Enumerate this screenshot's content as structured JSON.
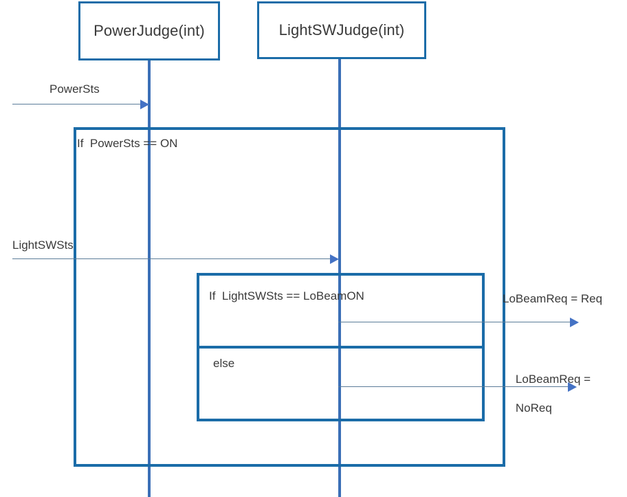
{
  "diagram": {
    "type": "uml-sequence-diagram",
    "colors": {
      "participant_border": "#1B6CA8",
      "fragment_border": "#1B6CA8",
      "lifeline": "#3B6FB6",
      "message_line": "#5B7C99",
      "message_arrowhead": "#4472C4",
      "text": "#3A3A3A",
      "background": "#FFFFFF"
    },
    "participants": [
      {
        "id": "powerjudge",
        "label": "PowerJudge(int)"
      },
      {
        "id": "lightswjudge",
        "label": "LightSWJudge(int)"
      }
    ],
    "fragments": [
      {
        "id": "outer-if-powersts",
        "label": "If  PowerSts == ON",
        "operator": "alt"
      },
      {
        "id": "inner-if-lightswsts",
        "label": "If  LightSWSts == LoBeamON",
        "operator": "alt",
        "else_label": "else"
      }
    ],
    "messages": [
      {
        "id": "powersts",
        "label": "PowerSts",
        "from": "external",
        "to": "powerjudge"
      },
      {
        "id": "lightswsts",
        "label": "LightSWSts",
        "from": "external",
        "to": "lightswjudge"
      },
      {
        "id": "lobeamreq-req",
        "label": "LoBeamReq = Req",
        "from": "lightswjudge",
        "to": "external"
      },
      {
        "id": "lobeamreq-noreq",
        "label_line1": "LoBeamReq =",
        "label_line2": "NoReq",
        "from": "lightswjudge",
        "to": "external"
      }
    ]
  }
}
